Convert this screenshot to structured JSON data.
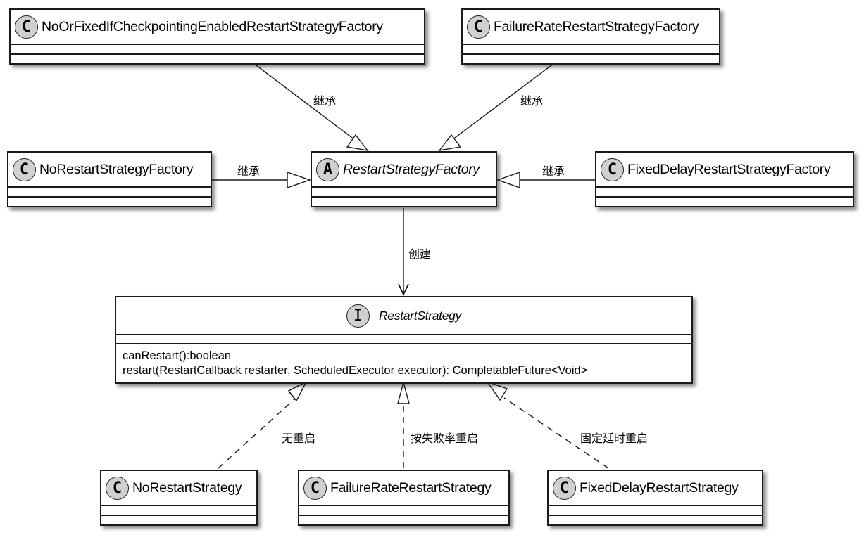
{
  "diagram": {
    "type": "UML class diagram",
    "classes": {
      "no_or_fixed_factory": {
        "stereotype": "C",
        "name": "NoOrFixedIfCheckpointingEnabledRestartStrategyFactory"
      },
      "failure_rate_factory": {
        "stereotype": "C",
        "name": "FailureRateRestartStrategyFactory"
      },
      "no_restart_factory": {
        "stereotype": "C",
        "name": "NoRestartStrategyFactory"
      },
      "restart_strategy_factory": {
        "stereotype": "A",
        "name": "RestartStrategyFactory",
        "abstract": true
      },
      "fixed_delay_factory": {
        "stereotype": "C",
        "name": "FixedDelayRestartStrategyFactory"
      },
      "restart_strategy": {
        "stereotype": "I",
        "name": "RestartStrategy",
        "interface": true,
        "methods": [
          "canRestart():boolean",
          "restart(RestartCallback restarter, ScheduledExecutor executor): CompletableFuture<Void>"
        ]
      },
      "no_restart_strategy": {
        "stereotype": "C",
        "name": "NoRestartStrategy"
      },
      "failure_rate_strategy": {
        "stereotype": "C",
        "name": "FailureRateRestartStrategy"
      },
      "fixed_delay_strategy": {
        "stereotype": "C",
        "name": "FixedDelayRestartStrategy"
      }
    },
    "relations": [
      {
        "from": "NoOrFixedIfCheckpointingEnabledRestartStrategyFactory",
        "to": "RestartStrategyFactory",
        "kind": "inheritance",
        "label": "继承"
      },
      {
        "from": "FailureRateRestartStrategyFactory",
        "to": "RestartStrategyFactory",
        "kind": "inheritance",
        "label": "继承"
      },
      {
        "from": "NoRestartStrategyFactory",
        "to": "RestartStrategyFactory",
        "kind": "inheritance",
        "label": "继承"
      },
      {
        "from": "FixedDelayRestartStrategyFactory",
        "to": "RestartStrategyFactory",
        "kind": "inheritance",
        "label": "继承"
      },
      {
        "from": "RestartStrategyFactory",
        "to": "RestartStrategy",
        "kind": "association",
        "label": "创建"
      },
      {
        "from": "NoRestartStrategy",
        "to": "RestartStrategy",
        "kind": "realization",
        "label": "无重启"
      },
      {
        "from": "FailureRateRestartStrategy",
        "to": "RestartStrategy",
        "kind": "realization",
        "label": "按失败率重启"
      },
      {
        "from": "FixedDelayRestartStrategy",
        "to": "RestartStrategy",
        "kind": "realization",
        "label": "固定延时重启"
      }
    ],
    "labels": {
      "inherit_1": "继承",
      "inherit_2": "继承",
      "inherit_3": "继承",
      "inherit_4": "继承",
      "create": "创建",
      "no_restart": "无重启",
      "failure_rate": "按失败率重启",
      "fixed_delay": "固定延时重启"
    }
  }
}
